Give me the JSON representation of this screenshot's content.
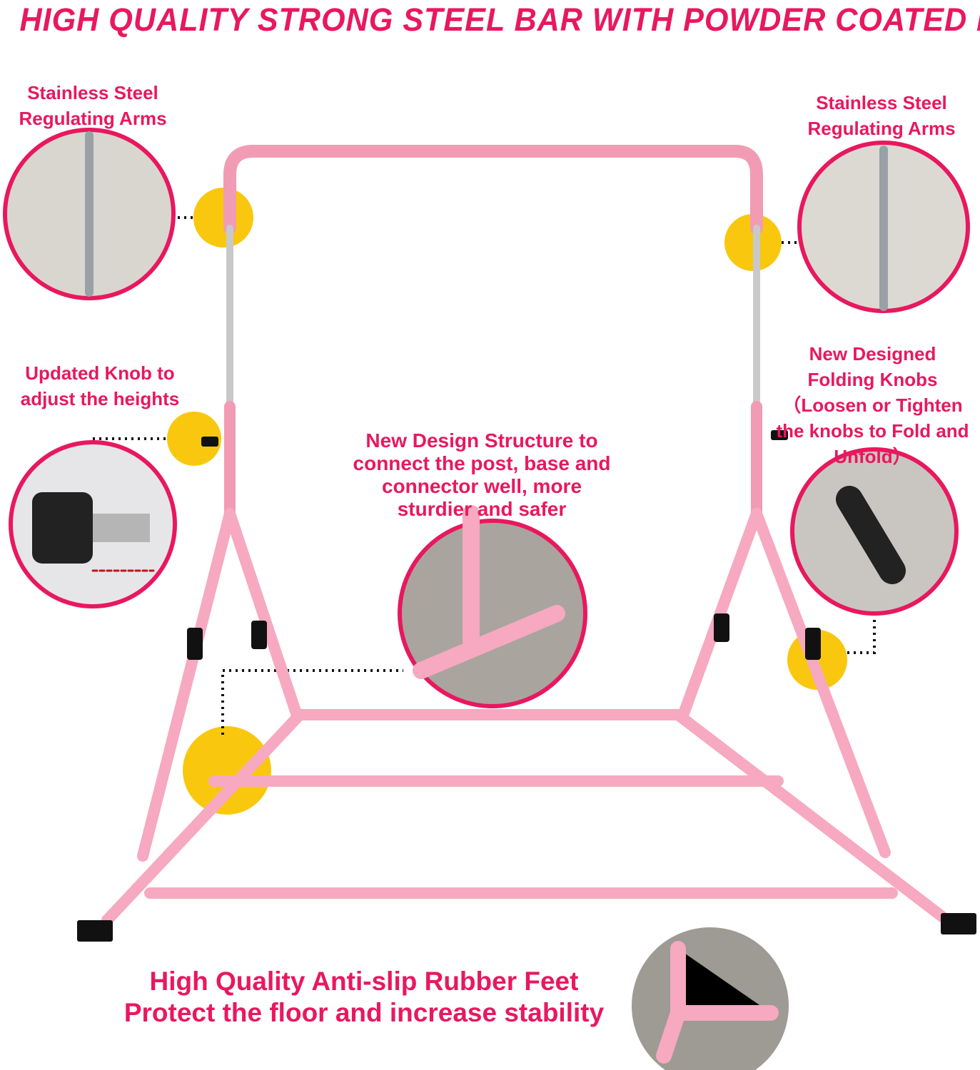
{
  "title": "HIGH QUALITY STRONG STEEL BAR WITH POWDER COATED FINISH",
  "callouts": {
    "arms_left": {
      "line1": "Stainless Steel",
      "line2": "Regulating Arms"
    },
    "arms_right": {
      "line1": "Stainless Steel",
      "line2": "Regulating Arms"
    },
    "knob": {
      "line1": "Updated Knob to",
      "line2": "adjust the heights"
    },
    "folding": {
      "line1": "New Designed",
      "line2": "Folding Knobs",
      "line3": "（Loosen or Tighten",
      "line4": "the knobs to Fold and",
      "line5": "Unfold）"
    },
    "structure": {
      "line1": "New Design Structure to",
      "line2": "connect the post, base and",
      "line3": "connector well, more",
      "line4": "sturdier and safer"
    },
    "feet": {
      "line1": "High Quality Anti-slip Rubber Feet",
      "line2": "Protect the floor and increase stability"
    }
  },
  "colors": {
    "accent": "#e8185f",
    "frame": "#f29bb5",
    "highlight": "#f9c80e"
  }
}
